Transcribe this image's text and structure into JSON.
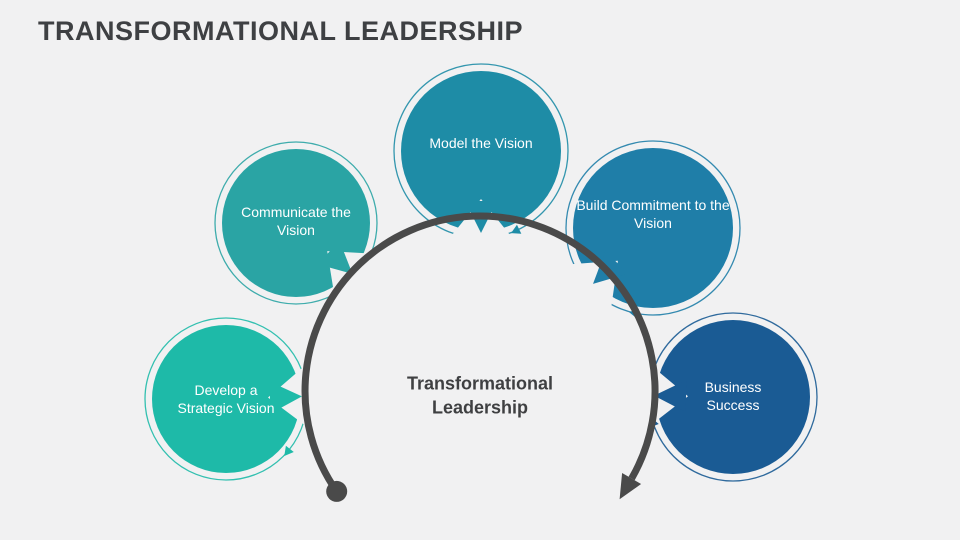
{
  "slide": {
    "title": "TRANSFORMATIONAL LEADERSHIP",
    "center_label": "Transformational Leadership",
    "background": "#f1f1f2",
    "arrow_color": "#4a4a4a",
    "text_color": "#3f4042",
    "node_text_color": "#ffffff",
    "nodes": [
      {
        "id": "develop-strategic-vision",
        "label": "Develop a Strategic Vision",
        "color": "#1ebaa8"
      },
      {
        "id": "communicate-the-vision",
        "label": "Communicate the Vision",
        "color": "#2aa4a4"
      },
      {
        "id": "model-the-vision",
        "label": "Model the Vision",
        "color": "#1e8ca6"
      },
      {
        "id": "build-commitment",
        "label": "Build Commitment to the Vision",
        "color": "#1f7ea8"
      },
      {
        "id": "business-success",
        "label": "Business Success",
        "color": "#1a5b94"
      }
    ]
  }
}
